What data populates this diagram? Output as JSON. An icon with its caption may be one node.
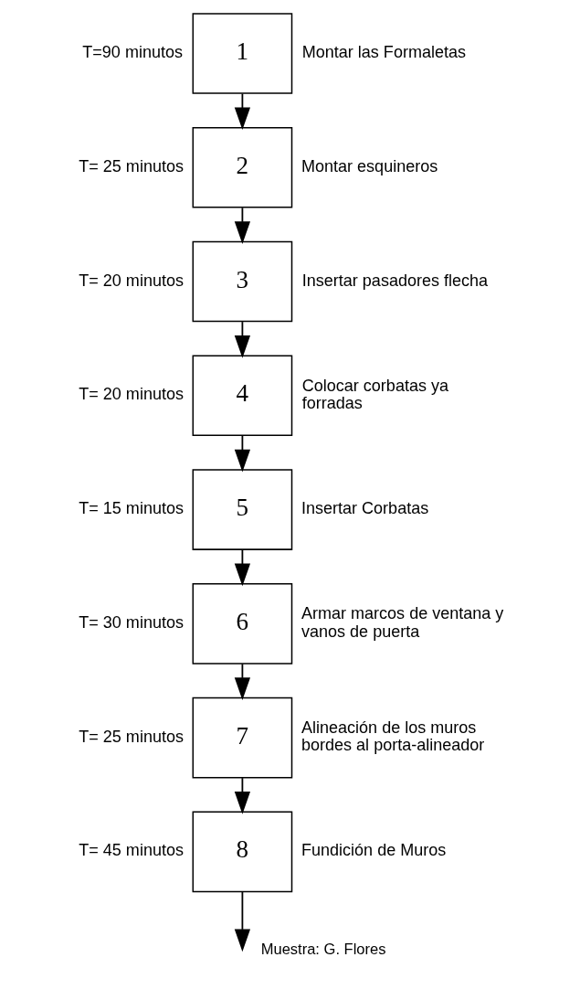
{
  "diagram": {
    "nodes": [
      {
        "text": [
          "1"
        ],
        "beside": [
          "T=90 minutos",
          "Montar las Formaletas"
        ]
      },
      {
        "text": [
          "2"
        ],
        "beside": [
          "T= 25 minutos",
          "Montar esquineros"
        ]
      },
      {
        "text": [
          "3"
        ],
        "beside": [
          "T= 20 minutos",
          "Insertar pasadores flecha"
        ]
      },
      {
        "text": [
          "4"
        ],
        "beside": [
          "T= 20 minutos",
          "Colocar corbatas ya forradas"
        ]
      },
      {
        "text": [
          "5"
        ],
        "beside": [
          "T= 15 minutos",
          "Insertar Corbatas"
        ]
      },
      {
        "text": [
          "6"
        ],
        "beside": [
          "T= 30 minutos",
          "Armar marcos de ventana y vanos de puerta"
        ]
      },
      {
        "text": [
          "7"
        ],
        "beside": [
          "T= 25 minutos",
          "Alineación de los muros bordes al porta-alineador"
        ]
      },
      {
        "text": [
          "8"
        ],
        "beside": [
          "T= 45 minutos",
          "Fundición de Muros"
        ]
      }
    ],
    "edges": [
      {
        "from": 0,
        "to": 1,
        "arrow": "to"
      },
      {
        "from": 1,
        "to": 2,
        "arrow": "to"
      },
      {
        "from": 2,
        "to": 3,
        "arrow": "to"
      },
      {
        "from": 3,
        "to": 4,
        "arrow": "to"
      },
      {
        "from": 4,
        "to": 5,
        "arrow": "to"
      },
      {
        "from": 5,
        "to": 6,
        "arrow": "to"
      },
      {
        "from": 6,
        "to": 7,
        "arrow": "to"
      },
      {
        "from": 7,
        "to": null,
        "arrow": "to"
      }
    ],
    "labels": [
      "Muestra: G. Flores"
    ]
  }
}
